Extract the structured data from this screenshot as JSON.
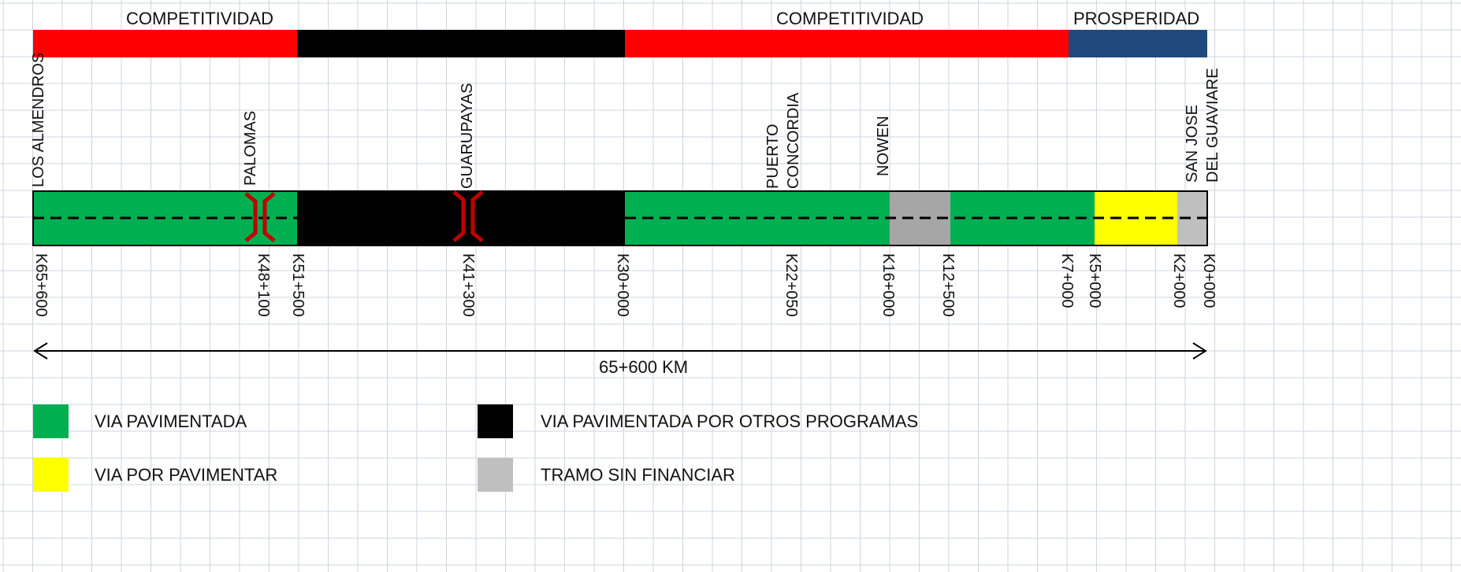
{
  "programs": [
    {
      "label": "COMPETITIVIDAD",
      "color": "#ff0000"
    },
    {
      "label": "",
      "color": "#000000"
    },
    {
      "label": "COMPETITIVIDAD",
      "color": "#ff0000"
    },
    {
      "label": "PROSPERIDAD",
      "color": "#1f497d"
    }
  ],
  "road_segments": [
    {
      "status": "pavimentada",
      "color": "#00b050"
    },
    {
      "status": "otros_programas",
      "color": "#000000"
    },
    {
      "status": "pavimentada",
      "color": "#00b050"
    },
    {
      "status": "sin_financiar",
      "color": "#a6a6a6"
    },
    {
      "status": "pavimentada",
      "color": "#00b050"
    },
    {
      "status": "por_pavimentar",
      "color": "#ffff00"
    },
    {
      "status": "sin_financiar",
      "color": "#bfbfbf"
    }
  ],
  "places": {
    "los_almendros": "LOS ALMENDROS",
    "palomas": "PALOMAS",
    "guarupayas": "GUARUPAYAS",
    "puerto_concordia_1": "PUERTO",
    "puerto_concordia_2": "CONCORDIA",
    "nowen": "NOWEN",
    "san_jose_1": "SAN JOSE",
    "san_jose_2": "DEL GUAVIARE"
  },
  "km_marks": [
    "K65+600",
    "K48+100",
    "K51+500",
    "K41+300",
    "K30+000",
    "K22+050",
    "K16+000",
    "K12+500",
    "K7+000",
    "K5+000",
    "K2+000",
    "K0+000"
  ],
  "total_length": "65+600 KM",
  "bridge_color": "#c00000",
  "legend": [
    {
      "label": "VIA PAVIMENTADA",
      "color": "#00b050"
    },
    {
      "label": "VIA PAVIMENTADA POR OTROS PROGRAMAS",
      "color": "#000000"
    },
    {
      "label": "VIA POR PAVIMENTAR",
      "color": "#ffff00"
    },
    {
      "label": "TRAMO SIN FINANCIAR",
      "color": "#bfbfbf"
    }
  ]
}
